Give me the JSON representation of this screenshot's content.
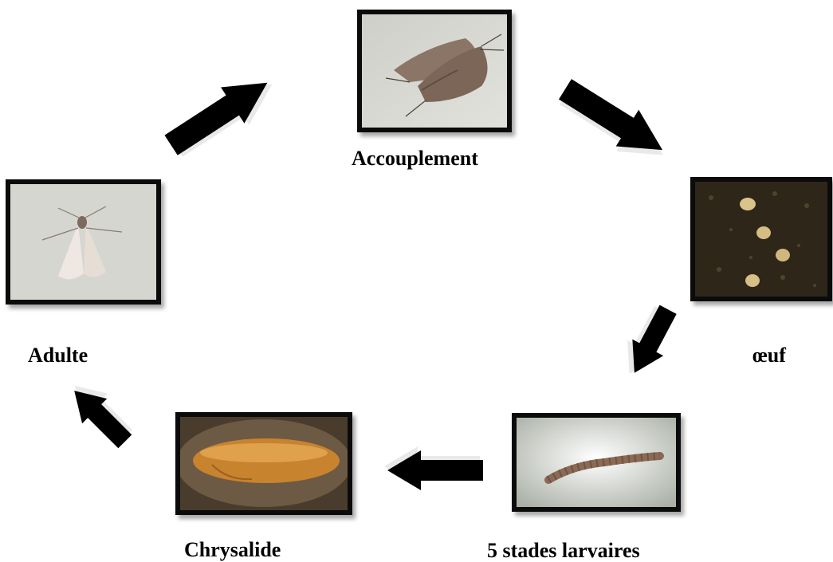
{
  "stages": {
    "accouplement": {
      "label": "Accouplement",
      "icon": "mating-moths-photo"
    },
    "oeuf": {
      "label": "œuf",
      "icon": "eggs-photo"
    },
    "larves": {
      "label": "5 stades larvaires",
      "icon": "larva-photo"
    },
    "chrysalide": {
      "label": "Chrysalide",
      "icon": "pupa-photo"
    },
    "adulte": {
      "label": "Adulte",
      "icon": "adult-moth-photo"
    }
  },
  "colors": {
    "frame": "#0b0b0b",
    "arrow_fill": "#000000",
    "arrow_bevel": "#e9e9e9"
  }
}
